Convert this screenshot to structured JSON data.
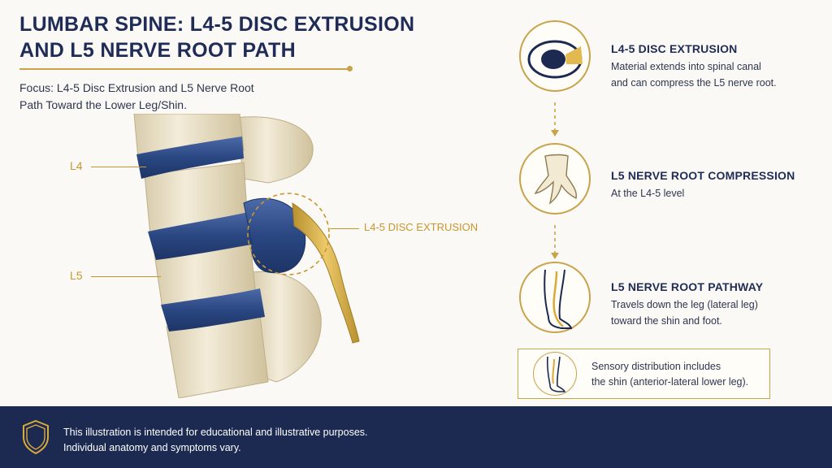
{
  "header": {
    "title_line1": "LUMBAR SPINE: L4-5 DISC EXTRUSION",
    "title_line2": "AND L5 NERVE ROOT PATH",
    "focus_line1": "Focus: L4-5 Disc Extrusion and L5 Nerve Root",
    "focus_line2": "Path Toward the Lower Leg/Shin."
  },
  "illustration": {
    "label_l4": "L4",
    "label_l5": "L5",
    "label_extrusion": "L4-5 DISC EXTRUSION"
  },
  "steps": [
    {
      "title": "L4-5 DISC EXTRUSION",
      "line1": "Material extends into spinal canal",
      "line2": "and can compress the L5 nerve root.",
      "icon": "disc-cross-section-icon"
    },
    {
      "title": "L5 NERVE ROOT COMPRESSION",
      "line1": "At the L4-5 level",
      "line2": "",
      "icon": "nerve-root-icon"
    },
    {
      "title": "L5 NERVE ROOT PATHWAY",
      "line1": "Travels down the leg (lateral leg)",
      "line2": "toward the shin and foot.",
      "icon": "leg-pathway-icon"
    }
  ],
  "note": {
    "line1": "Sensory distribution includes",
    "line2": "the shin (anterior-lateral lower leg).",
    "icon": "leg-sensory-icon"
  },
  "footer": {
    "line1": "This illustration is intended for educational and illustrative purposes.",
    "line2": "Individual anatomy and symptoms vary.",
    "icon": "shield-icon"
  },
  "colors": {
    "navy": "#1c2a52",
    "gold": "#c9a34a",
    "disc_blue": "#2d4b8a",
    "bone": "#ece3cc"
  }
}
